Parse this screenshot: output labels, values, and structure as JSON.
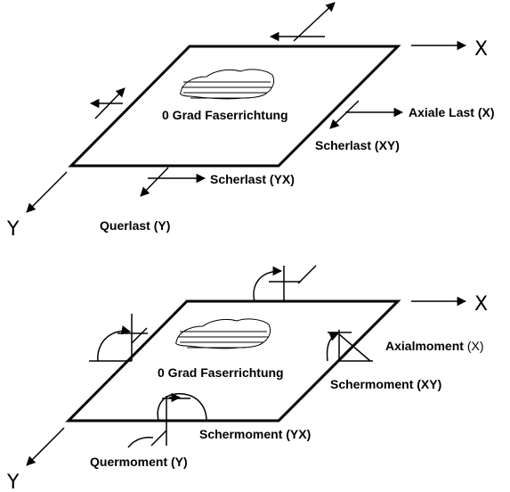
{
  "top": {
    "axis_x": "X",
    "axis_y": "Y",
    "fiber_label": "0 Grad Faserrichtung",
    "axial_load": "Axiale Last (X)",
    "shear_load_xy": "Scherlast (XY)",
    "shear_load_yx": "Scherlast (YX)",
    "transverse_load": "Querlast (Y)"
  },
  "bottom": {
    "axis_x": "X",
    "axis_y": "Y",
    "fiber_label": "0 Grad Faserrichtung",
    "axial_moment": "Axialmoment",
    "axial_moment_axis": "(X)",
    "shear_moment_xy": "Schermoment (XY)",
    "shear_moment_yx": "Schermoment (YX)",
    "transverse_moment": "Quermoment (Y)"
  },
  "colors": {
    "line": "#000000",
    "background": "#ffffff"
  }
}
